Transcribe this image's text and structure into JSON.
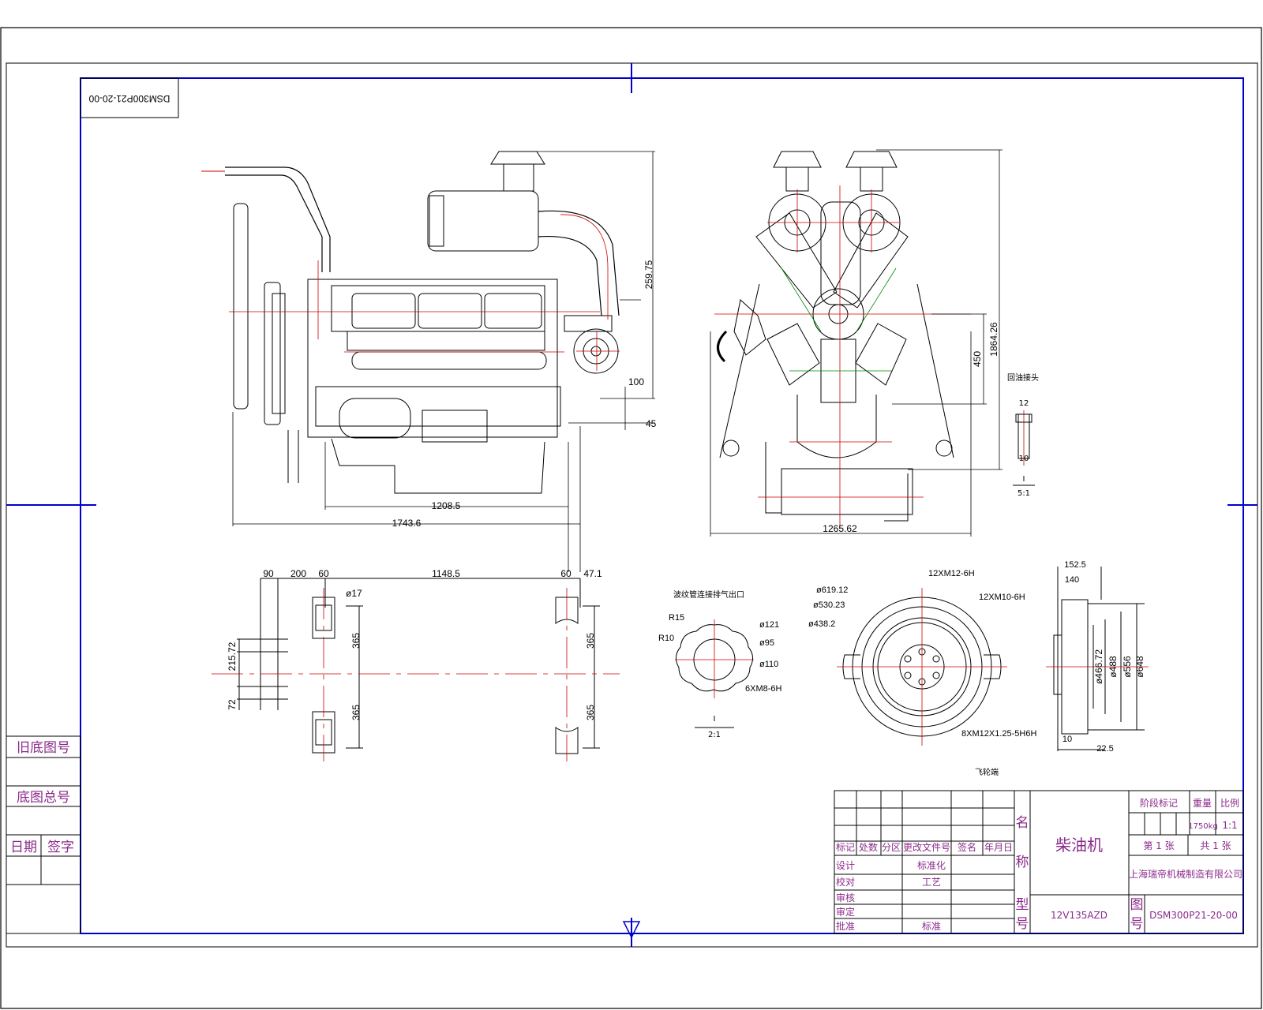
{
  "drawing_number_stamp": "DSM300P21-20-00",
  "dimensions": {
    "side_view": [
      "259.75",
      "100",
      "45",
      "1208.5",
      "1743.6"
    ],
    "front_view": [
      "1864.26",
      "450",
      "1265.62"
    ],
    "mount_plan": [
      "90",
      "200",
      "60",
      "1148.5",
      "60",
      "47.1",
      "ø17",
      "365",
      "365",
      "365",
      "365",
      "215.72",
      "72"
    ]
  },
  "front_label_hui_you": "回油接头",
  "hui_you_detail": {
    "d1": "12",
    "d2": "10",
    "section": "I",
    "scale": "5:1"
  },
  "flange": {
    "title": "波纹管连接排气出口",
    "r15": "R15",
    "r10": "R10",
    "d121": "ø121",
    "d95": "ø95",
    "d110": "ø110",
    "bolts": "6XM8-6H",
    "section": "I",
    "scale": "2:1"
  },
  "flywheel": {
    "d619": "ø619.12",
    "d530": "ø530.23",
    "d438": "ø438.2",
    "holes_top": "12XM12-6H",
    "holes_side": "12XM10-6H",
    "holes_bottom": "8XM12X1.25-5H6H",
    "note": "飞轮端"
  },
  "flywheel_side": {
    "w1": "152.5",
    "w2": "140",
    "d1": "ø466.72",
    "d2": "ø488",
    "d3": "ø556",
    "d4": "ø648",
    "b1": "10",
    "b2": "22.5"
  },
  "left_strip": {
    "old_no": "旧底图号",
    "total_no": "底图总号",
    "date": "日期",
    "sign": "签字"
  },
  "title_block": {
    "rev_headers": [
      "标记",
      "处数",
      "分区",
      "更改文件号",
      "签名",
      "年月日"
    ],
    "roles": [
      "设计",
      "校对",
      "审核",
      "审定",
      "批准"
    ],
    "mid_roles": [
      "标准化",
      "工艺",
      "标准"
    ],
    "name_label_1": "名",
    "name_label_2": "称",
    "name": "柴油机",
    "model_label_1": "型",
    "model_label_2": "号",
    "model": "12V135AZD",
    "stage_label": "阶段标记",
    "weight_label": "重量",
    "scale_label": "比例",
    "weight": "1750kg",
    "scale": "1:1",
    "sheet": "第 1 张",
    "total": "共 1 张",
    "company": "上海瑞帝机械制造有限公司",
    "drawing_no_label_1": "图",
    "drawing_no_label_2": "号",
    "drawing_no": "DSM300P21-20-00"
  },
  "colors": {
    "frame": "#0000cc",
    "center": "#cc0000",
    "mark": "#008800",
    "text_magenta": "#8b2a8b"
  }
}
